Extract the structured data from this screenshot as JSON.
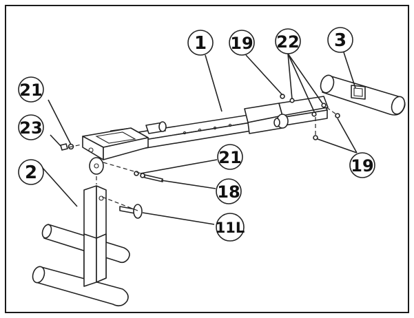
{
  "callouts": {
    "c1": "1",
    "c2": "2",
    "c3": "3",
    "c11L": "11L",
    "c18": "18",
    "c19a": "19",
    "c19b": "19",
    "c21a": "21",
    "c21b": "21",
    "c22": "22",
    "c23": "23"
  }
}
